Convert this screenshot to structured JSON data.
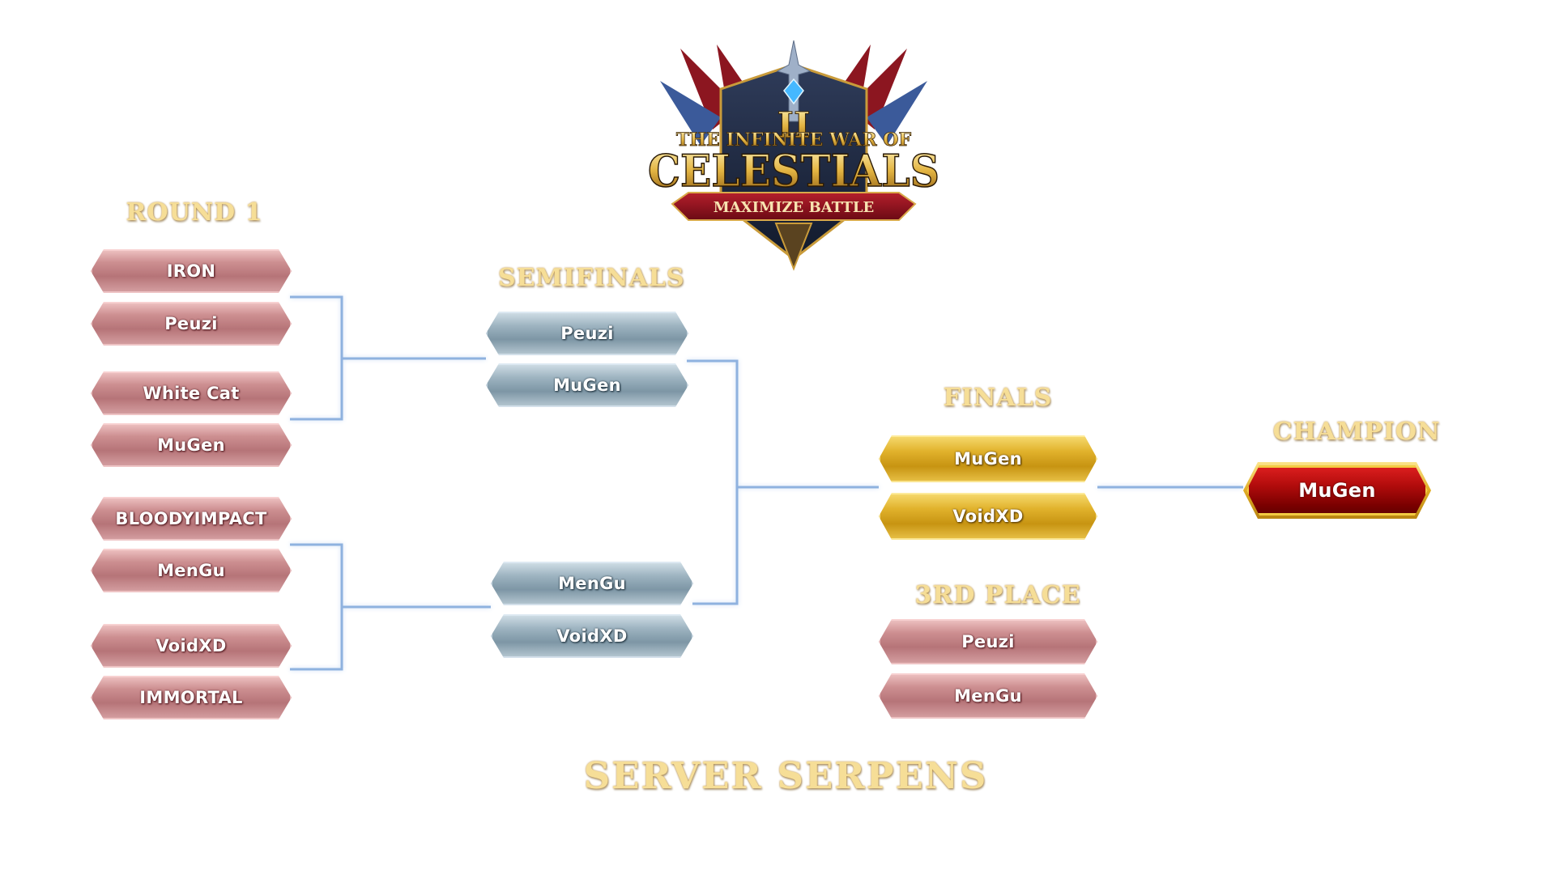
{
  "logo": {
    "numeral": "II",
    "line1": "THE INFINITE WAR OF",
    "line2": "CELESTIALS",
    "banner": "MAXIMIZE BATTLE"
  },
  "headings": {
    "round1": "ROUND 1",
    "semifinals": "SEMIFINALS",
    "finals": "FINALS",
    "third_place": "3RD PLACE",
    "champion": "CHAMPION",
    "server": "SERVER SERPENS"
  },
  "round1": [
    "IRON",
    "Peuzi",
    "White Cat",
    "MuGen",
    "BLOODYIMPACT",
    "MenGu",
    "VoidXD",
    "IMMORTAL"
  ],
  "semifinals": [
    "Peuzi",
    "MuGen",
    "MenGu",
    "VoidXD"
  ],
  "finals": [
    "MuGen",
    "VoidXD"
  ],
  "third_place": [
    "Peuzi",
    "MenGu"
  ],
  "champion": "MuGen",
  "colors": {
    "round1_slot": "#c48587",
    "semifinal_slot": "#8ea6b4",
    "final_slot": "#d8a824",
    "champion_slot": "#a80a0a",
    "title_gold": "#f6de97",
    "connector": "#8fb2df"
  }
}
